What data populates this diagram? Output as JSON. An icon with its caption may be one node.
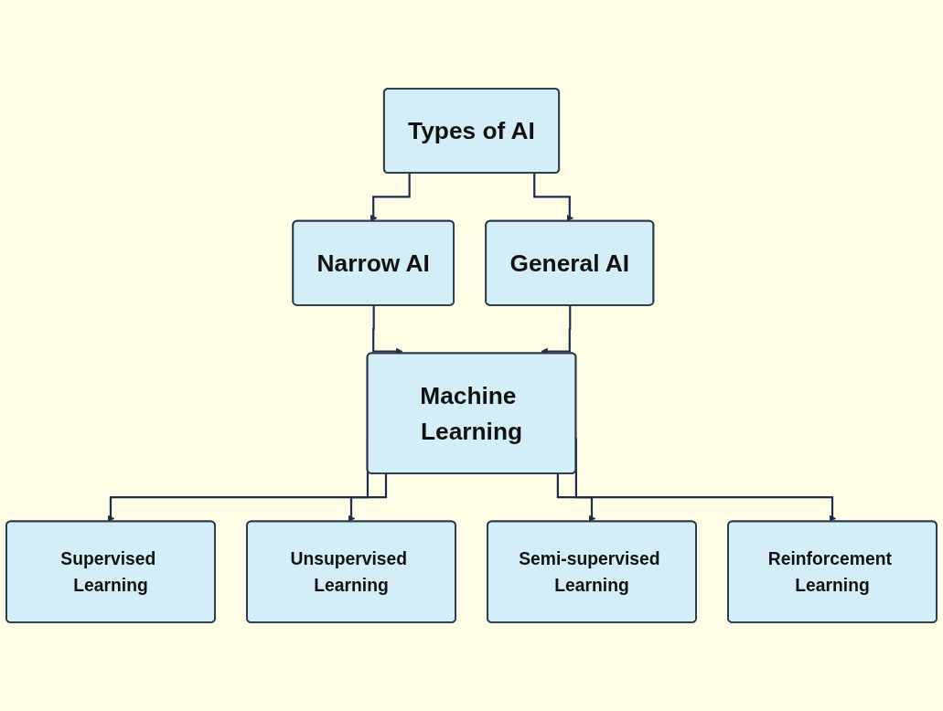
{
  "diagram": {
    "nodes": [
      {
        "text": [
          "Types of AI"
        ]
      },
      {
        "text": [
          "Narrow AI"
        ]
      },
      {
        "text": [
          "General AI"
        ]
      },
      {
        "text": [
          "Machine Learning"
        ]
      },
      {
        "text": [
          "Supervised Learning"
        ]
      },
      {
        "text": [
          "Unsupervised Learning"
        ]
      },
      {
        "text": [
          "Semi-supervised Learning"
        ]
      },
      {
        "text": [
          "Reinforcement Learning"
        ]
      }
    ],
    "edges": [
      {
        "from": 0,
        "to": 1,
        "arrow": "to"
      },
      {
        "from": 0,
        "to": 2,
        "arrow": "to"
      },
      {
        "from": 1,
        "to": 3,
        "arrow": "to"
      },
      {
        "from": 2,
        "to": 3,
        "arrow": "to"
      },
      {
        "from": 3,
        "to": 4,
        "arrow": "to"
      },
      {
        "from": 3,
        "to": 5,
        "arrow": "to"
      },
      {
        "from": 3,
        "to": 6,
        "arrow": "to"
      },
      {
        "from": 3,
        "to": 7,
        "arrow": "to"
      }
    ]
  }
}
